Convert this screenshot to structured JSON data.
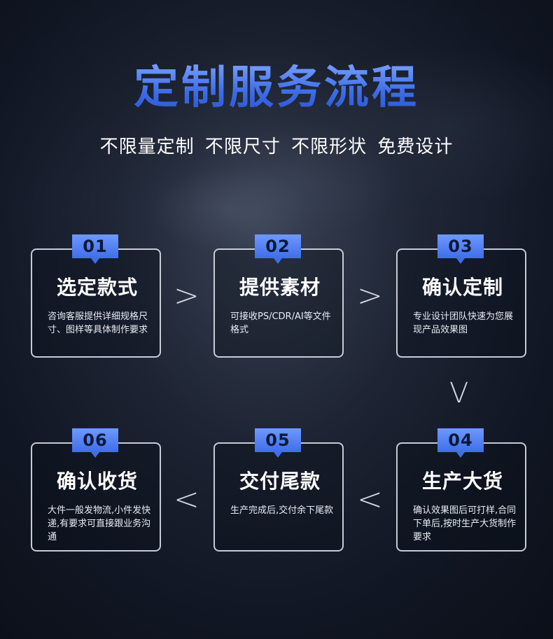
{
  "header": {
    "title": "定制服务流程",
    "subtitle": "不限量定制  不限尺寸  不限形状  免费设计"
  },
  "steps": [
    {
      "num": "01",
      "title": "选定款式",
      "desc": "咨询客服提供详细规格尺寸、图样等具体制作要求"
    },
    {
      "num": "02",
      "title": "提供素材",
      "desc": "可接收PS/CDR/AI等文件格式"
    },
    {
      "num": "03",
      "title": "确认定制",
      "desc": "专业设计团队快速为您展现产品效果图"
    },
    {
      "num": "04",
      "title": "生产大货",
      "desc": "确认效果图后可打样,合同下单后,按时生产大货制作要求"
    },
    {
      "num": "05",
      "title": "交付尾款",
      "desc": "生产完成后,交付余下尾款"
    },
    {
      "num": "06",
      "title": "确认收货",
      "desc": "大件一般发物流,小件发快递,有要求可直接跟业务沟通"
    }
  ],
  "arrows": {
    "right": ">",
    "down": "V",
    "left": "<"
  },
  "colors": {
    "accent": "#3f6ee8",
    "background": "#151b28",
    "card_border": "#e6ebf5"
  }
}
